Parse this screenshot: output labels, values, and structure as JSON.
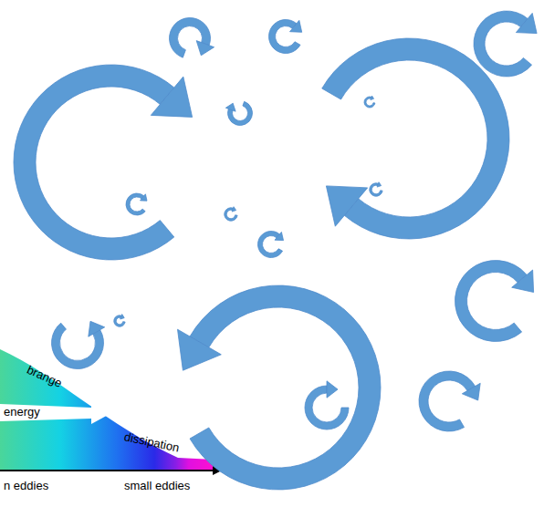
{
  "diagram": {
    "labels": [
      "brange",
      "energy",
      "dissipation",
      "n eddies",
      "small eddies"
    ]
  }
}
